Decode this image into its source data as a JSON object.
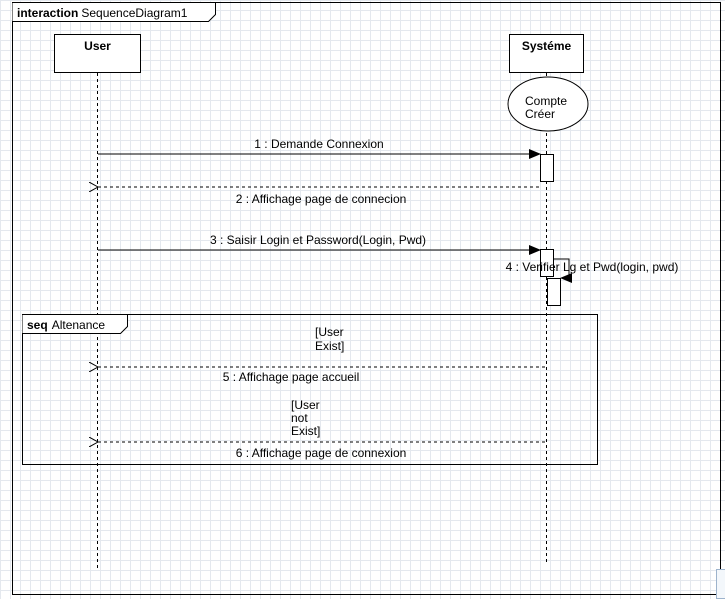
{
  "frame": {
    "keyword": "interaction",
    "name": "SequenceDiagram1"
  },
  "lifelines": [
    {
      "id": "user",
      "label": "User"
    },
    {
      "id": "system",
      "label": "Systéme"
    }
  ],
  "state": {
    "line1": "Compte",
    "line2": "Créer"
  },
  "messages": [
    {
      "label": "1 : Demande Connexion",
      "from": "user",
      "to": "system",
      "kind": "sync"
    },
    {
      "label": "2 : Affichage page de connecion",
      "from": "system",
      "to": "user",
      "kind": "return"
    },
    {
      "label": "3 : Saisir Login et Password(Login, Pwd)",
      "from": "user",
      "to": "system",
      "kind": "sync"
    },
    {
      "label": "4 : Verifier Lg et Pwd(login, pwd)",
      "from": "system",
      "to": "system",
      "kind": "self"
    },
    {
      "label": "5 : Affichage page accueil",
      "from": "system",
      "to": "user",
      "kind": "return"
    },
    {
      "label": "6 : Affichage page de connexion",
      "from": "system",
      "to": "user",
      "kind": "return"
    }
  ],
  "fragment": {
    "operator": "seq",
    "name": "Altenance",
    "guards": [
      {
        "lines": [
          "[User",
          "Exist]"
        ]
      },
      {
        "lines": [
          "[User",
          "not",
          "Exist]"
        ]
      }
    ]
  },
  "colors": {
    "line": "#000000",
    "background": "#ffffff",
    "grid": "#e4e8ee"
  }
}
